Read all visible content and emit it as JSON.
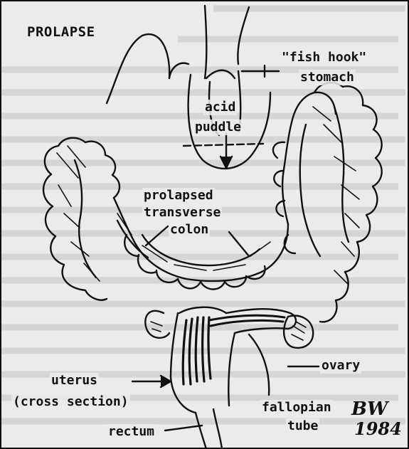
{
  "title": "PROLAPSE",
  "labels": {
    "fish_hook_line1": "\"fish hook\"",
    "fish_hook_line2": "stomach",
    "acid_line1": "acid",
    "acid_line2": "puddle",
    "prolapsed_line1": "prolapsed",
    "prolapsed_line2": "transverse",
    "prolapsed_line3": "colon",
    "ovary": "ovary",
    "uterus_line1": "uterus",
    "uterus_line2": "(cross section)",
    "fallopian_line1": "fallopian",
    "fallopian_line2": "tube",
    "rectum": "rectum"
  },
  "signature": {
    "initials": "BW",
    "year": "1984"
  },
  "colors": {
    "ink": "#111111",
    "paper": "#ebebeb",
    "bleed_text": "#bdbdbd"
  }
}
